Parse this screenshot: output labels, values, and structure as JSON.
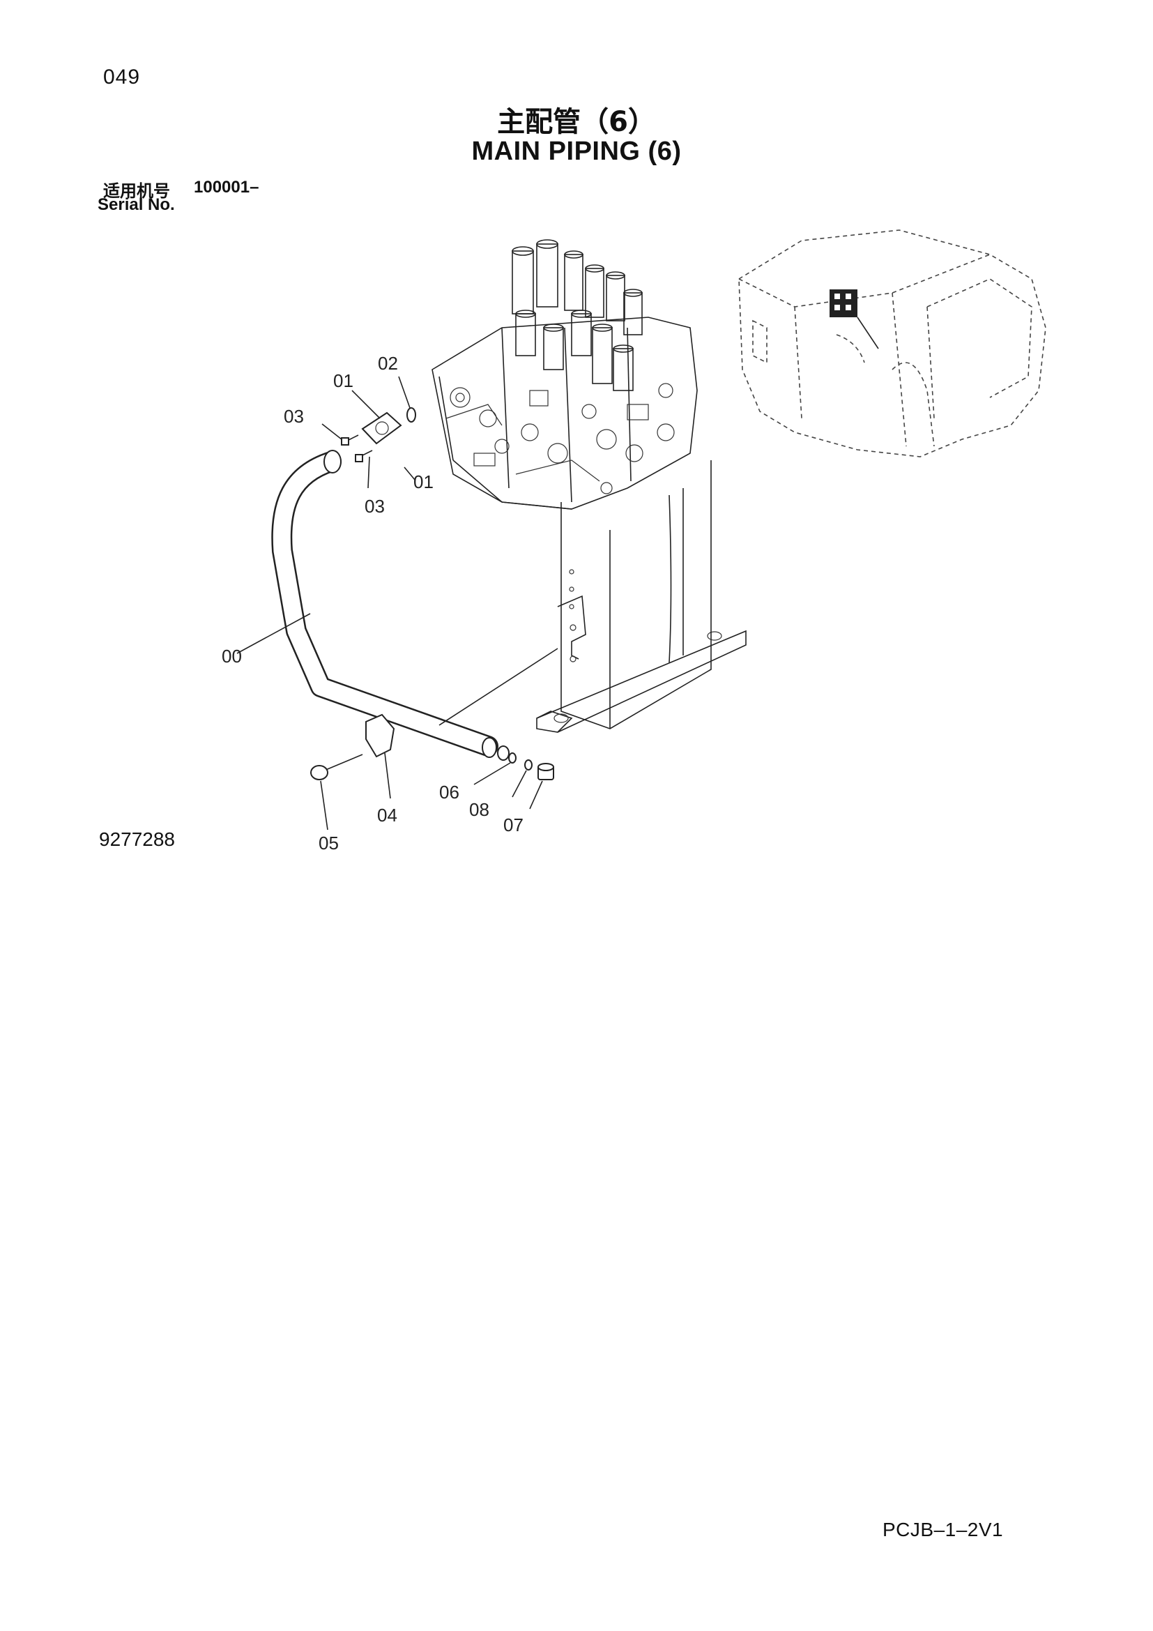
{
  "header": {
    "page_number": "049",
    "title_cn": "主配管（6）",
    "title_en": "MAIN PIPING (6)",
    "serial_label_cn": "适用机号",
    "serial_range": "100001–",
    "serial_label_en": "Serial No."
  },
  "diagram": {
    "callouts": [
      "00",
      "01",
      "01",
      "02",
      "03",
      "03",
      "04",
      "05",
      "06",
      "07",
      "08"
    ]
  },
  "footer": {
    "drawing_number": "9277288",
    "document_code": "PCJB–1–2V1"
  }
}
